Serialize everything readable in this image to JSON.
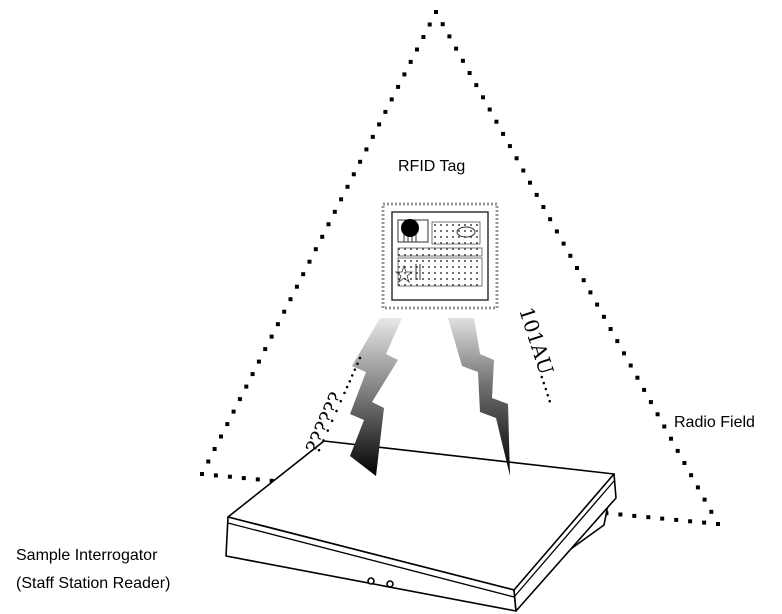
{
  "labels": {
    "tag": "RFID Tag",
    "field": "Radio Field",
    "reader_line1": "Sample Interrogator",
    "reader_line2": "(Staff Station Reader)",
    "query": "??????.......",
    "response": "101AU....."
  },
  "colors": {
    "ink": "#000000",
    "background": "#ffffff"
  }
}
